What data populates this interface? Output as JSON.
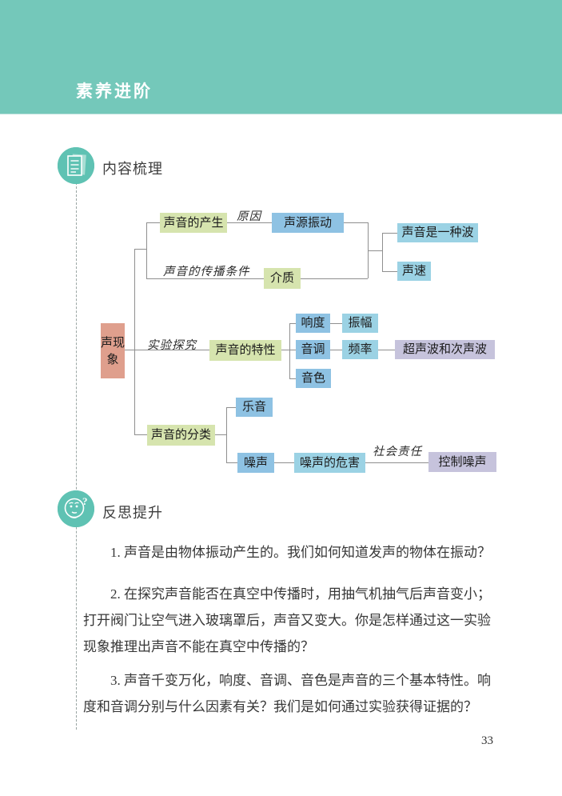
{
  "header": {
    "title": "素养进阶",
    "band_color": "#74c8ba"
  },
  "sections": {
    "content": {
      "label": "内容梳理",
      "icon": "document-icon"
    },
    "reflect": {
      "label": "反思提升",
      "icon": "thinking-face-icon"
    }
  },
  "diagram": {
    "root": "声现象",
    "nodes": {
      "root": {
        "label": "声现象",
        "color": "#df9f8d"
      },
      "produce": {
        "label": "声音的产生",
        "color": "#d6e4ae"
      },
      "vibration": {
        "label": "声源振动",
        "color": "#8ec2e3"
      },
      "wave": {
        "label": "声音是一种波",
        "color": "#9bd2e4"
      },
      "speed": {
        "label": "声速",
        "color": "#9bd2e4"
      },
      "medium": {
        "label": "介质",
        "color": "#d6e4ae"
      },
      "feature": {
        "label": "声音的特性",
        "color": "#d6e4ae"
      },
      "loudness": {
        "label": "响度",
        "color": "#8ec2e3"
      },
      "amplitude": {
        "label": "振幅",
        "color": "#9bd2e4"
      },
      "pitch": {
        "label": "音调",
        "color": "#8ec2e3"
      },
      "frequency": {
        "label": "频率",
        "color": "#9bd2e4"
      },
      "ultrasound": {
        "label": "超声波和次声波",
        "color": "#c6c3dc"
      },
      "timbre": {
        "label": "音色",
        "color": "#8ec2e3"
      },
      "classify": {
        "label": "声音的分类",
        "color": "#d6e4ae"
      },
      "music": {
        "label": "乐音",
        "color": "#8ec2e3"
      },
      "noise": {
        "label": "噪声",
        "color": "#8ec2e3"
      },
      "harm": {
        "label": "噪声的危害",
        "color": "#9bd2e4"
      },
      "control": {
        "label": "控制噪声",
        "color": "#c6c3dc"
      }
    },
    "edge_labels": {
      "cause": "原因",
      "condition": "声音的传播条件",
      "experiment": "实验探究",
      "responsibility": "社会责任"
    }
  },
  "questions": [
    {
      "lines": [
        "1. 声音是由物体振动产生的。我们如何知道发声的物体在振动？"
      ]
    },
    {
      "lines": [
        "2. 在探究声音能否在真空中传播时，用抽气机抽气后声音变小；",
        "打开阀门让空气进入玻璃罩后，声音又变大。你是怎样通过这一实验",
        "现象推理出声音不能在真空中传播的？"
      ]
    },
    {
      "lines": [
        "3. 声音千变万化，响度、音调、音色是声音的三个基本特性。响",
        "度和音调分别与什么因素有关？我们是如何通过实验获得证据的？"
      ]
    }
  ],
  "footer": {
    "page_number": "33"
  }
}
